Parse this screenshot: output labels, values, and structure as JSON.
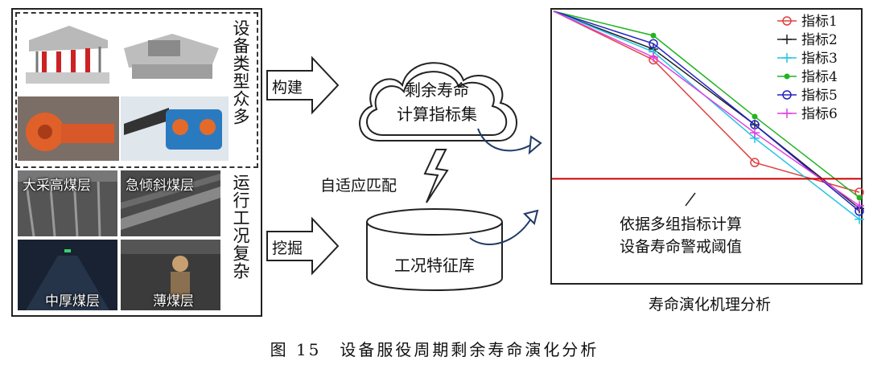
{
  "left_panel": {
    "equipment_label": "设备类型众多",
    "conditions_label": "运行工况复杂",
    "photos": [
      {
        "label": ""
      },
      {
        "label": ""
      },
      {
        "label": ""
      },
      {
        "label": ""
      },
      {
        "label": "大采高煤层"
      },
      {
        "label": "急倾斜煤层"
      },
      {
        "label": "中厚煤层"
      },
      {
        "label": "薄煤层"
      }
    ]
  },
  "arrows": {
    "build": "构建",
    "mine": "挖掘",
    "adaptive": "自适应匹配"
  },
  "cloud": {
    "line1": "剩余寿命",
    "line2": "计算指标集"
  },
  "database": {
    "label": "工况特征库"
  },
  "chart": {
    "title": "寿命演化机理分析",
    "annotation_line1": "依据多组指标计算",
    "annotation_line2": "设备寿命警戒阈值",
    "threshold_color": "#d00000"
  },
  "caption": "图 15　设备服役周期剩余寿命演化分析",
  "chart_data": {
    "type": "line",
    "x": [
      0,
      1,
      2,
      3
    ],
    "threshold": 0.38,
    "series": [
      {
        "name": "指标1",
        "color": "#e04040",
        "marker": "circle",
        "values": [
          1.0,
          0.82,
          0.44,
          0.33
        ]
      },
      {
        "name": "指标2",
        "color": "#222222",
        "marker": "plus",
        "values": [
          1.0,
          0.86,
          0.58,
          0.27
        ]
      },
      {
        "name": "指标3",
        "color": "#22c4e4",
        "marker": "plus",
        "values": [
          1.0,
          0.85,
          0.53,
          0.23
        ]
      },
      {
        "name": "指标4",
        "color": "#22b422",
        "marker": "dot",
        "values": [
          1.0,
          0.91,
          0.61,
          0.31
        ]
      },
      {
        "name": "指标5",
        "color": "#2222c4",
        "marker": "circle",
        "values": [
          1.0,
          0.88,
          0.58,
          0.26
        ]
      },
      {
        "name": "指标6",
        "color": "#e040e0",
        "marker": "plus",
        "values": [
          1.0,
          0.83,
          0.55,
          0.28
        ]
      }
    ]
  }
}
